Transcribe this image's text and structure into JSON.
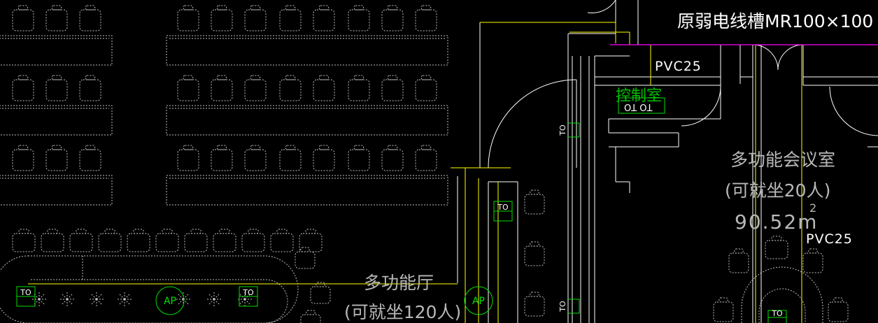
{
  "labels": {
    "trunk_title": "原弱电线槽MR100×100",
    "pvc_top": "PVC25",
    "control_room": "控制室",
    "control_to": "TO TO",
    "meeting_room": "多功能会议室",
    "meeting_capacity": "(可就坐20人)",
    "meeting_area": "90.52m",
    "meeting_area_sup": "2",
    "pvc_right": "PVC25",
    "hall_name": "多功能厅",
    "hall_capacity": "(可就坐120人)",
    "to_label": "TO",
    "ap_label": "AP"
  },
  "colors": {
    "background": "#000000",
    "furniture": "#c0c0c0",
    "wall": "#ffffff",
    "cable": "#ffff00",
    "outlet": "#00e000",
    "trunk": "#ff00ff"
  }
}
